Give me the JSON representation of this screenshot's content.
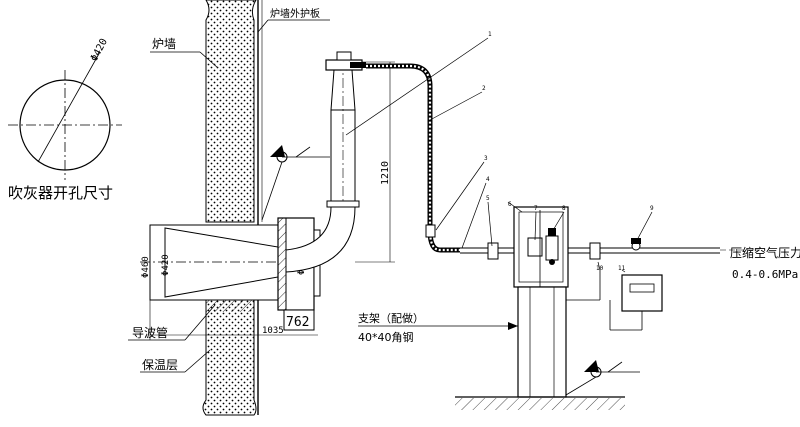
{
  "labels": {
    "furnace_outer_plate": "炉墙外护板",
    "furnace_wall": "炉墙",
    "hole_size_caption": "吹灰器开孔尺寸",
    "hole_diameter": "Φ420",
    "guide_tube": "导波管",
    "insulation_layer": "保温层",
    "support_frame": "支架（配做）",
    "angle_steel": "40*40角钢",
    "compressed_air_pressure": "压缩空气压力",
    "pressure_range": "0.4-0.6MPa"
  },
  "dimensions": {
    "height_1210": "1210",
    "flange_540": "Φ540",
    "length_1035": "1035",
    "box_762": "762",
    "dia_460": "Φ460",
    "dia_420": "Φ420"
  },
  "callouts": [
    "1",
    "2",
    "3",
    "4",
    "5",
    "6",
    "7",
    "8",
    "9",
    "10",
    "11"
  ]
}
